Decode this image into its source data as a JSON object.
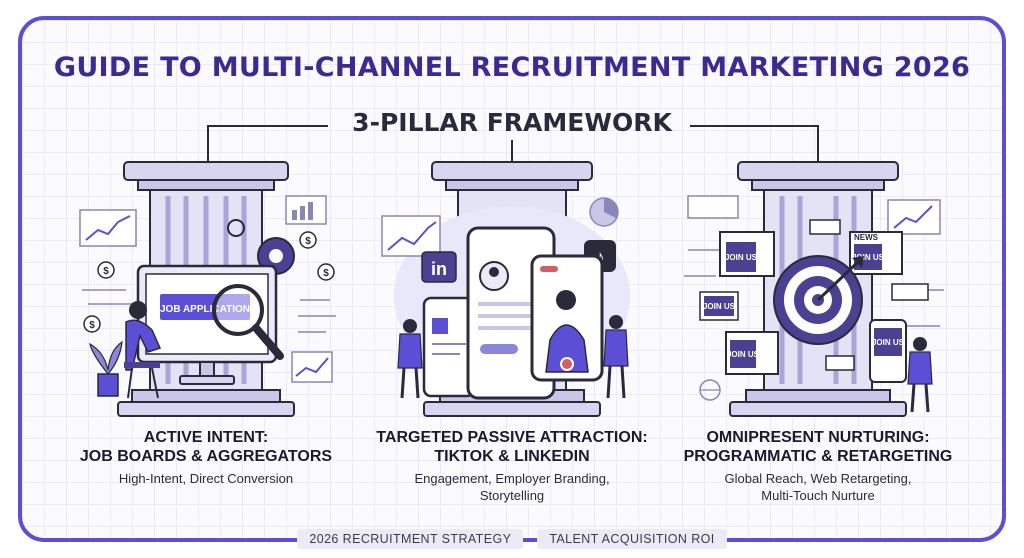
{
  "title": "GUIDE TO MULTI-CHANNEL RECRUITMENT MARKETING 2026",
  "subtitle": "3-PILLAR FRAMEWORK",
  "pillars": [
    {
      "heading": "ACTIVE INTENT:\nJOB BOARDS & AGGREGATORS",
      "description": "High-Intent, Direct Conversion",
      "screen_label": "JOB APPLICATION"
    },
    {
      "heading": "TARGETED PASSIVE ATTRACTION:\nTIKTOK & LINKEDIN",
      "description": "Engagement, Employer Branding,\nStorytelling",
      "linkedin_label": "in"
    },
    {
      "heading": "OMNIPRESENT NURTURING:\nPROGRAMMATIC & RETARGETING",
      "description": "Global Reach, Web Retargeting,\nMulti-Touch Nurture",
      "ad_label": "JOIN US",
      "news_label": "NEWS"
    }
  ],
  "footer_badges": [
    "2026 RECRUITMENT STRATEGY",
    "TALENT ACQUISITION ROI"
  ],
  "colors": {
    "accent": "#5b4fd6",
    "title": "#3b2a8f",
    "pillar": "#dcdaf0",
    "dark": "#2a2a3a"
  }
}
